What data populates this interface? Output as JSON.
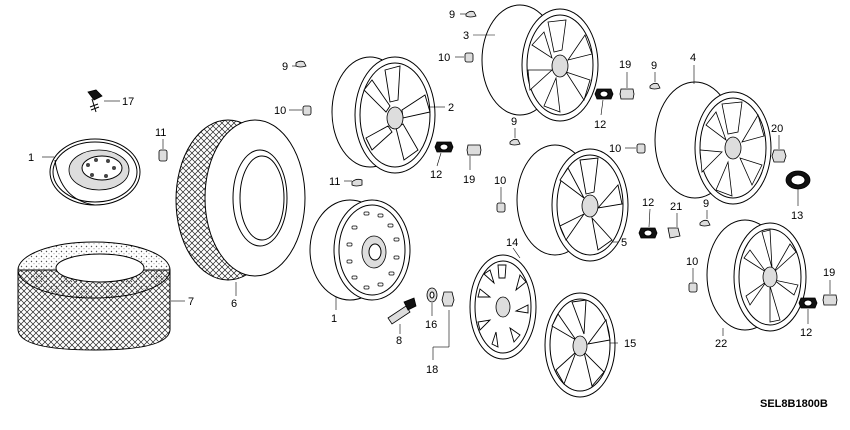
{
  "diagram": {
    "code": "SEL8B1800B",
    "callouts": [
      {
        "id": "c1a",
        "text": "1"
      },
      {
        "id": "c1b",
        "text": "1"
      },
      {
        "id": "c2",
        "text": "2"
      },
      {
        "id": "c3",
        "text": "3"
      },
      {
        "id": "c4",
        "text": "4"
      },
      {
        "id": "c5",
        "text": "5"
      },
      {
        "id": "c6",
        "text": "6"
      },
      {
        "id": "c7",
        "text": "7"
      },
      {
        "id": "c8",
        "text": "8"
      },
      {
        "id": "c9a",
        "text": "9"
      },
      {
        "id": "c9b",
        "text": "9"
      },
      {
        "id": "c9c",
        "text": "9"
      },
      {
        "id": "c9d",
        "text": "9"
      },
      {
        "id": "c9e",
        "text": "9"
      },
      {
        "id": "c10a",
        "text": "10"
      },
      {
        "id": "c10b",
        "text": "10"
      },
      {
        "id": "c10c",
        "text": "10"
      },
      {
        "id": "c10d",
        "text": "10"
      },
      {
        "id": "c10e",
        "text": "10"
      },
      {
        "id": "c11a",
        "text": "11"
      },
      {
        "id": "c11b",
        "text": "11"
      },
      {
        "id": "c12a",
        "text": "12"
      },
      {
        "id": "c12b",
        "text": "12"
      },
      {
        "id": "c12c",
        "text": "12"
      },
      {
        "id": "c12d",
        "text": "12"
      },
      {
        "id": "c13",
        "text": "13"
      },
      {
        "id": "c14",
        "text": "14"
      },
      {
        "id": "c15",
        "text": "15"
      },
      {
        "id": "c16",
        "text": "16"
      },
      {
        "id": "c17",
        "text": "17"
      },
      {
        "id": "c18",
        "text": "18"
      },
      {
        "id": "c19a",
        "text": "19"
      },
      {
        "id": "c19b",
        "text": "19"
      },
      {
        "id": "c19c",
        "text": "19"
      },
      {
        "id": "c20",
        "text": "20"
      },
      {
        "id": "c21",
        "text": "21"
      },
      {
        "id": "c22",
        "text": "22"
      }
    ]
  }
}
